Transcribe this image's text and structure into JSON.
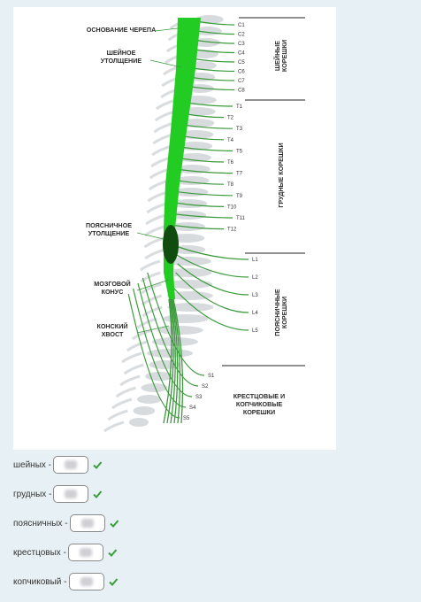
{
  "figure": {
    "labels": {
      "skull_base": "ОСНОВАНИЕ ЧЕРЕПА",
      "cervical_enl_1": "ШЕЙНОЕ",
      "cervical_enl_2": "УТОЛЩЕНИЕ",
      "lumbar_enl_1": "ПОЯСНИЧНОЕ",
      "lumbar_enl_2": "УТОЛЩЕНИЕ",
      "conus_1": "МОЗГОВОЙ",
      "conus_2": "КОНУС",
      "cauda_1": "КОНСКИЙ",
      "cauda_2": "ХВОСТ",
      "cervical_roots_1": "ШЕЙНЫЕ",
      "cervical_roots_2": "КОРЕШКИ",
      "thoracic_roots": "ГРУДНЫЕ КОРЕШКИ",
      "lumbar_roots_1": "ПОЯСНИЧНЫЕ",
      "lumbar_roots_2": "КОРЕШКИ",
      "sacral_1": "КРЕСТЦОВЫЕ И",
      "sacral_2": "КОПЧИКОВЫЕ",
      "sacral_3": "КОРЕШКИ"
    },
    "segments": {
      "cervical": [
        "C1",
        "C2",
        "C3",
        "C4",
        "C5",
        "C6",
        "C7",
        "C8"
      ],
      "thoracic": [
        "T1",
        "T2",
        "T3",
        "T4",
        "T5",
        "T6",
        "T7",
        "T8",
        "T9",
        "T10",
        "T11",
        "T12"
      ],
      "lumbar": [
        "L1",
        "L2",
        "L3",
        "L4",
        "L5"
      ],
      "sacral": [
        "S1",
        "S2",
        "S3",
        "S4",
        "S5"
      ]
    },
    "colors": {
      "cord": "#22cc22",
      "nerve": "#3a9a3a",
      "bone": "#c9cfd3",
      "enlargement": "#0e4d0e"
    }
  },
  "answers": [
    {
      "label": "шейных -"
    },
    {
      "label": "грудных -"
    },
    {
      "label": "поясничных -"
    },
    {
      "label": "крестцовых -"
    },
    {
      "label": "копчиковый -"
    }
  ],
  "colors": {
    "check": "#3a9e3a",
    "background": "#e7f1f5"
  }
}
